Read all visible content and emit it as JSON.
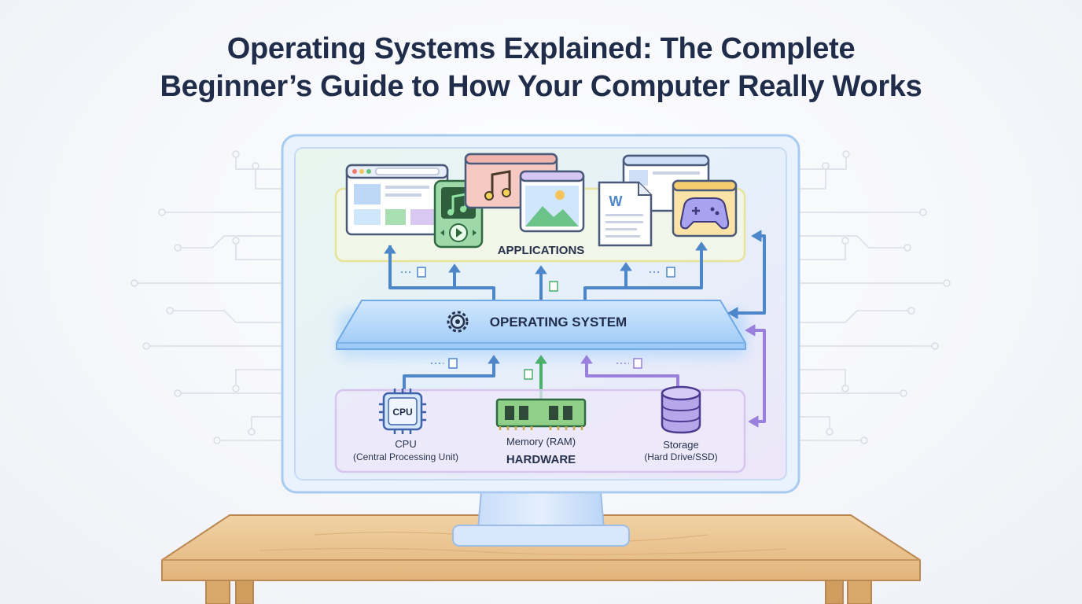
{
  "title": {
    "line1": "Operating Systems Explained: The Complete",
    "line2": "Beginner’s Guide to How Your Computer Really Works"
  },
  "layers": {
    "applications": "APPLICATIONS",
    "operating_system": "OPERATING SYSTEM",
    "hardware": "HARDWARE"
  },
  "apps": {
    "word_glyph": "W"
  },
  "hardware": {
    "cpu_chip": "CPU",
    "cpu_name": "CPU",
    "cpu_desc": "(Central Processing Unit)",
    "memory_name": "Memory (RAM)",
    "storage_name": "Storage",
    "storage_desc": "(Hard Drive/SSD)"
  },
  "colors": {
    "title": "#1f2d4a",
    "apps_border": "#e7e49a",
    "os_blue": "#8fc2f7",
    "hardware_border": "#d7c4ef",
    "arrow_blue": "#4d86c9",
    "arrow_green": "#4caf6a",
    "arrow_purple": "#9b7fdc",
    "table_wood": "#e9c491"
  },
  "icons": [
    "browser-window-icon",
    "music-player-icon",
    "music-note-icon",
    "image-viewer-icon",
    "document-icon",
    "game-controller-icon",
    "gear-icon",
    "cpu-chip-icon",
    "ram-stick-icon",
    "database-icon"
  ]
}
